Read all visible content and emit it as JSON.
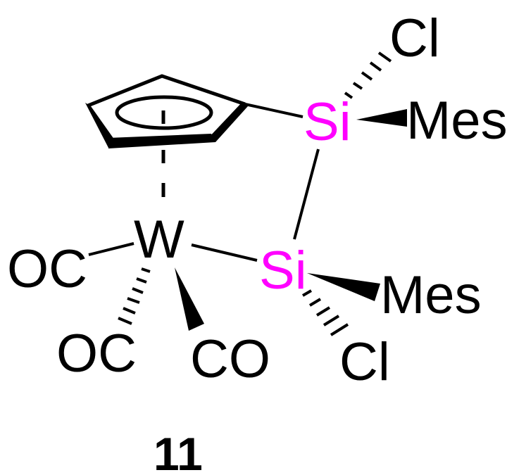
{
  "colors": {
    "bond": "#000000",
    "silicon": "#ff00ff",
    "label": "#000000"
  },
  "atoms": {
    "w": "W",
    "si_upper": "Si",
    "si_lower": "Si",
    "cl_upper": "Cl",
    "cl_lower": "Cl",
    "mes_upper": "Mes",
    "mes_lower": "Mes",
    "oc_left": "OC",
    "oc_bottom": "OC",
    "co_bottom": "CO"
  },
  "compound_number": "11"
}
